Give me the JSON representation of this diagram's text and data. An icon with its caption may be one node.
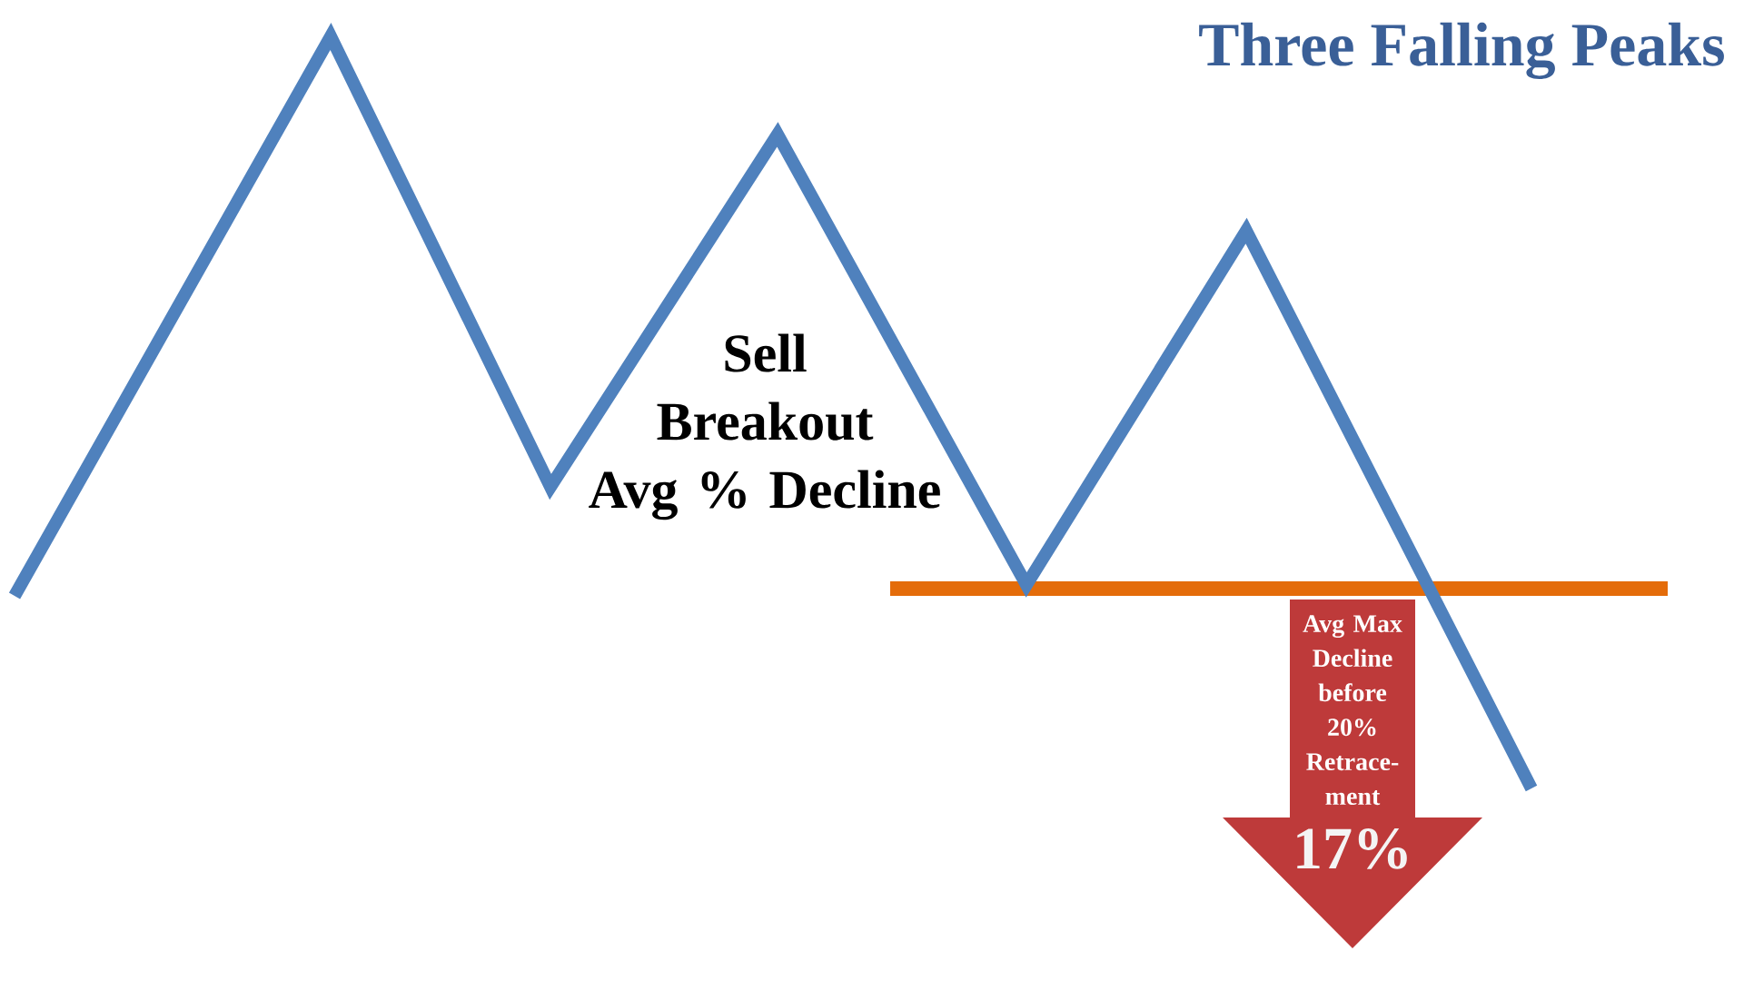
{
  "diagram": {
    "title": "Three Falling Peaks",
    "nodes": [
      {
        "text": [
          "Avg Max Decline before 20% Retrace- ment",
          "17%"
        ]
      }
    ],
    "labels": [
      "Sell Breakout Avg % Decline"
    ]
  }
}
